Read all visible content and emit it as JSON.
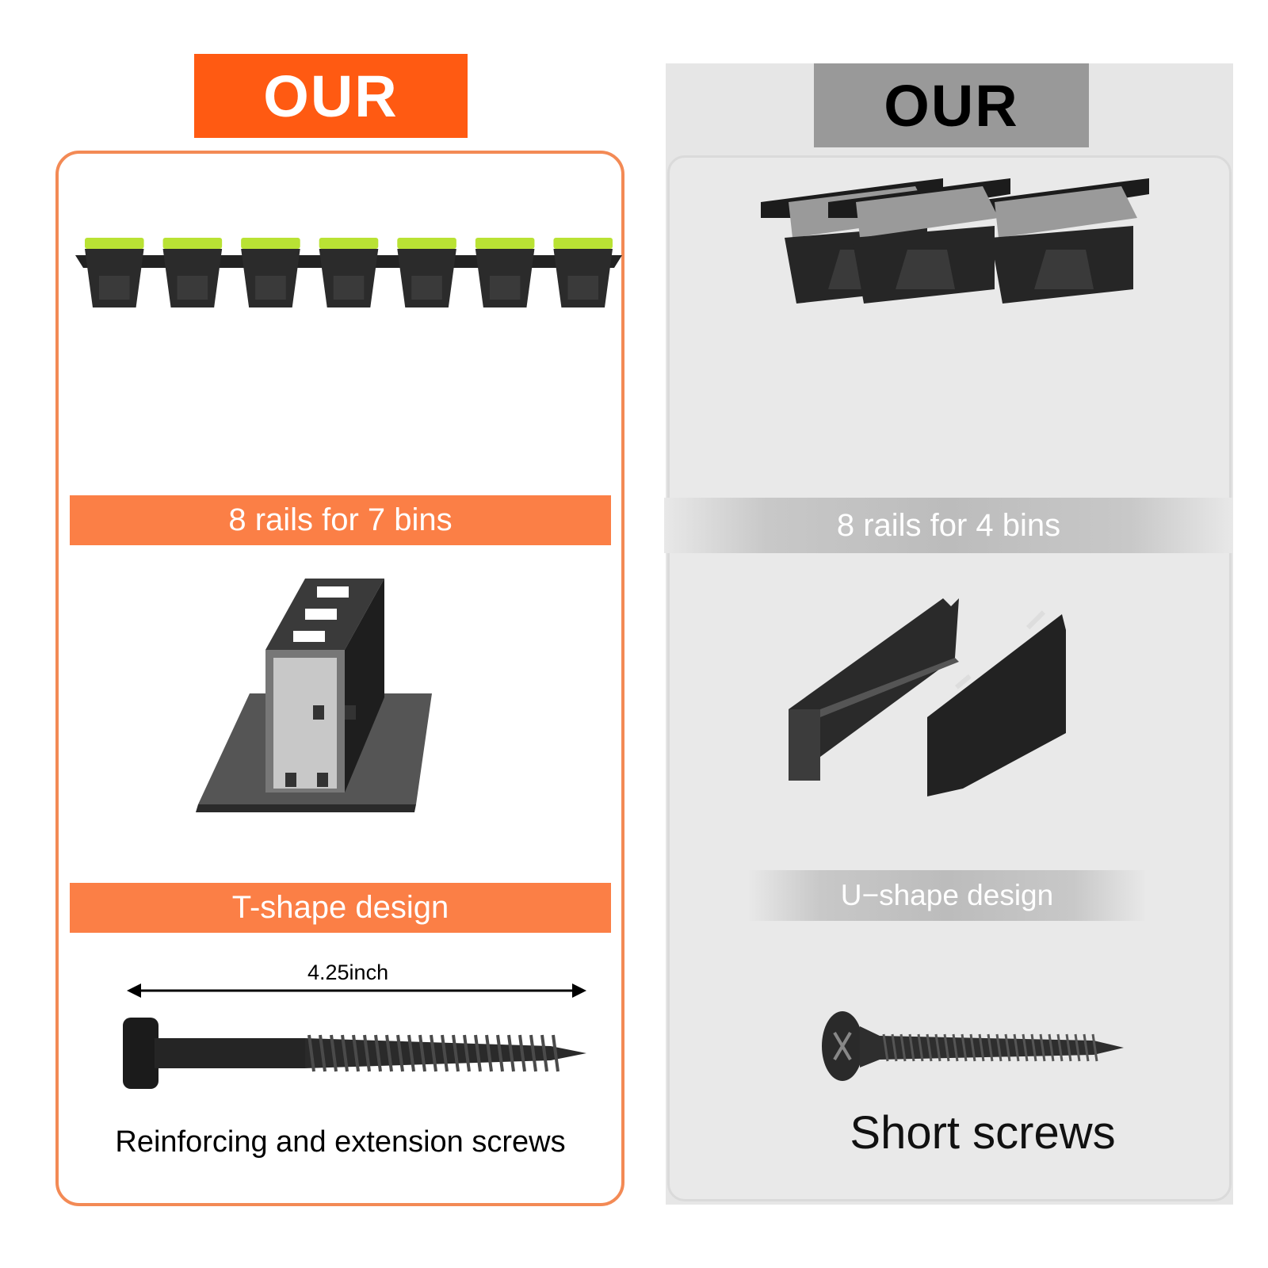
{
  "left": {
    "header": "OUR",
    "rails_caption": "8 rails for 7 bins",
    "shape_caption": "T-shape design",
    "screw_length": "4.25inch",
    "screw_caption": "Reinforcing and extension screws",
    "bin_count": 7,
    "accent_color": "#ff5a12"
  },
  "right": {
    "header": "OUR",
    "rails_caption": "8 rails for 4 bins",
    "shape_caption": "U−shape design",
    "screw_caption": "Short screws",
    "bin_count": 3,
    "accent_color": "#999999"
  }
}
